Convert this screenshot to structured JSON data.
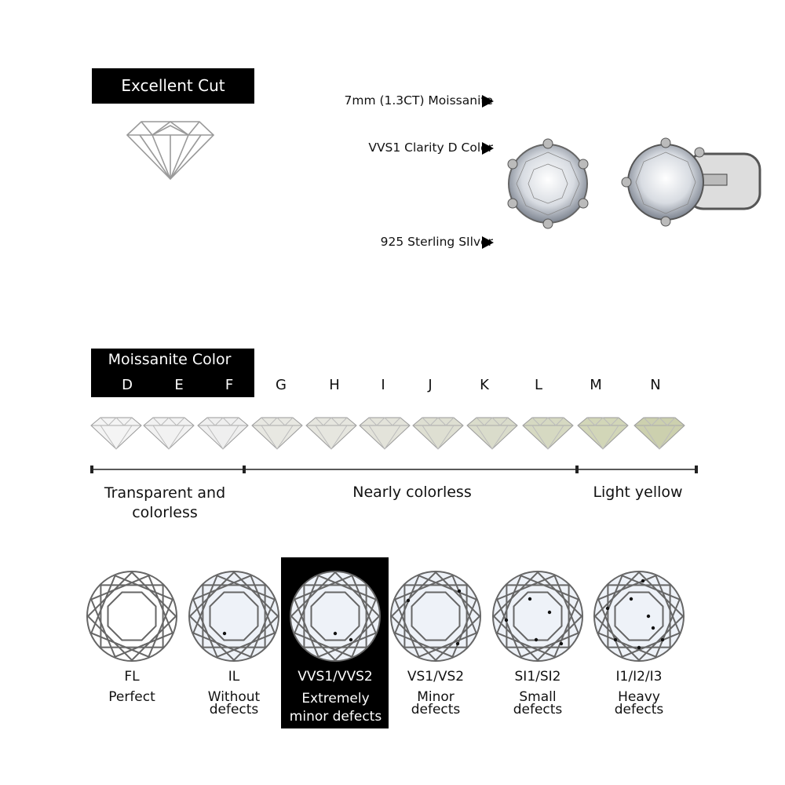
{
  "cut": {
    "title": "Excellent Cut"
  },
  "features": [
    {
      "label": "7mm (1.3CT)  Moissanite",
      "icon": "arrow-right-icon"
    },
    {
      "label": "VVS1 Clarity D Color",
      "icon": "arrow-right-icon"
    },
    {
      "label": "925 Sterling SIlver",
      "icon": "arrow-right-icon"
    }
  ],
  "color_scale": {
    "title": "Moissanite Color",
    "grades": [
      "D",
      "E",
      "F",
      "G",
      "H",
      "I",
      "J",
      "K",
      "L",
      "M",
      "N"
    ],
    "stone_colors": [
      "#f4f4f4",
      "#f2f2f2",
      "#efefef",
      "#e8e8e2",
      "#e6e6df",
      "#e3e3da",
      "#dedfd2",
      "#dadccb",
      "#d6d9c2",
      "#d2d6b8",
      "#ccd0ae"
    ],
    "categories": [
      "Transparent and colorless",
      "Nearly colorless",
      "Light yellow"
    ]
  },
  "clarity": [
    {
      "grade": "FL",
      "desc": "Perfect"
    },
    {
      "grade": "IL",
      "desc": "Without defects"
    },
    {
      "grade": "VVS1/VVS2",
      "desc": "Extremely minor defects",
      "highlighted": true
    },
    {
      "grade": "VS1/VS2",
      "desc": "Minor defects"
    },
    {
      "grade": "SI1/SI2",
      "desc": "Small defects"
    },
    {
      "grade": "I1/I2/I3",
      "desc": "Heavy defects"
    }
  ]
}
